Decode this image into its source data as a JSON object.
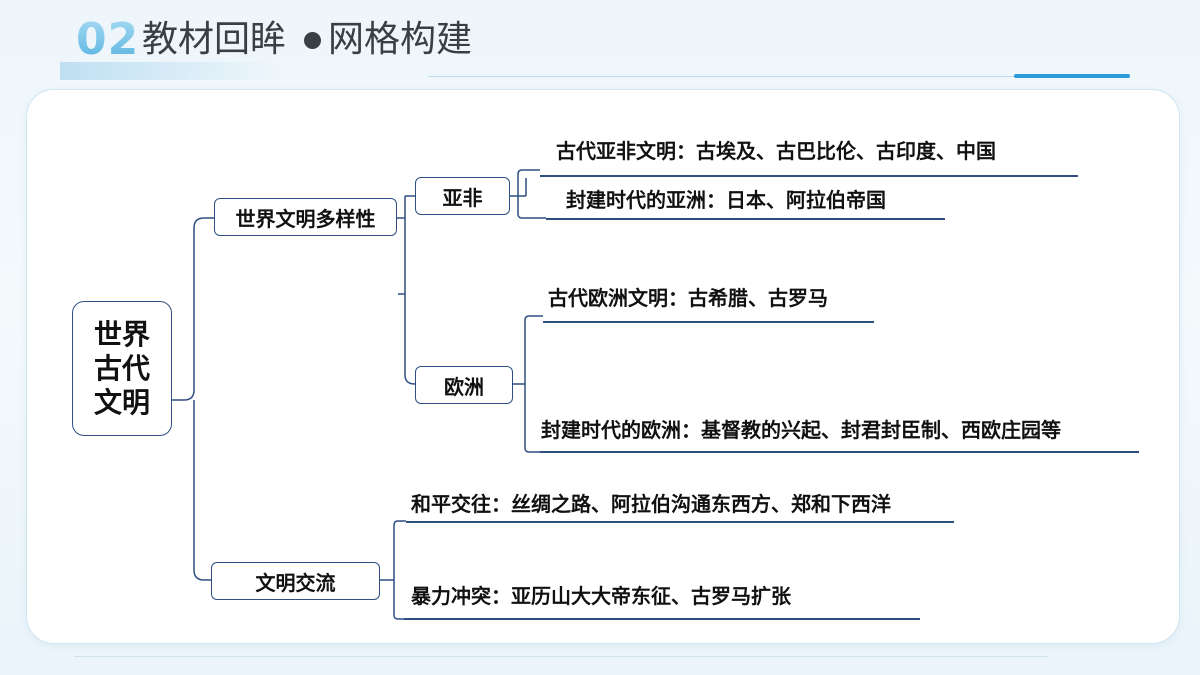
{
  "header": {
    "section_number": "02",
    "title_left": "教材回眸",
    "title_right": "网格构建"
  },
  "mindmap": {
    "root": [
      "世界",
      "古代",
      "文明"
    ],
    "branches": [
      {
        "label": "世界文明多样性",
        "children": [
          {
            "label": "亚非",
            "leaves": [
              "古代亚非文明：古埃及、古巴比伦、古印度、中国",
              "封建时代的亚洲：日本、阿拉伯帝国"
            ]
          },
          {
            "label": "欧洲",
            "leaves": [
              "古代欧洲文明：古希腊、古罗马",
              "封建时代的欧洲：基督教的兴起、封君封臣制、西欧庄园等"
            ]
          }
        ]
      },
      {
        "label": "文明交流",
        "leaves": [
          "和平交往：丝绸之路、阿拉伯沟通东西方、郑和下西洋",
          "暴力冲突：亚历山大大帝东征、古罗马扩张"
        ]
      }
    ]
  },
  "colors": {
    "line": "#2f4f82",
    "accent": "#2b9bd9",
    "title_text": "#3a3f45"
  }
}
